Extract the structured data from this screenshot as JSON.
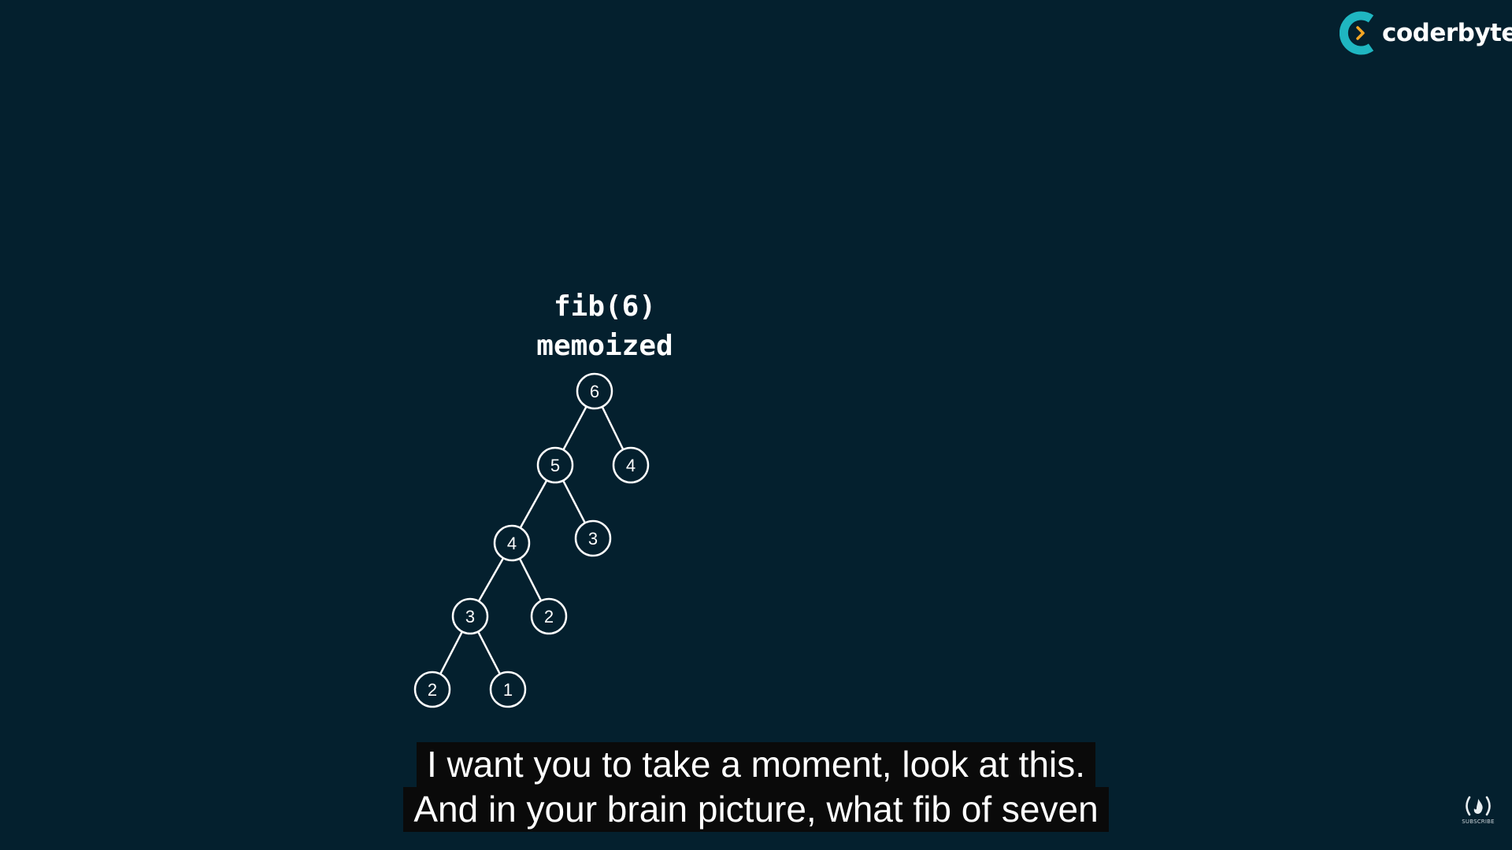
{
  "brand": {
    "name": "coderbyte",
    "accent_color": "#1fb6c1",
    "chevron_color": "#f5a623",
    "logo_icon": "coderbyte-c-logo-icon"
  },
  "slide": {
    "title_line1": "fib(6)",
    "title_line2": "memoized",
    "background_color": "#04202e"
  },
  "tree": {
    "nodes": [
      {
        "id": "n6",
        "label": "6"
      },
      {
        "id": "n5",
        "label": "5"
      },
      {
        "id": "n4a",
        "label": "4"
      },
      {
        "id": "n4b",
        "label": "4"
      },
      {
        "id": "n3a",
        "label": "3"
      },
      {
        "id": "n3b",
        "label": "3"
      },
      {
        "id": "n2a",
        "label": "2"
      },
      {
        "id": "n2b",
        "label": "2"
      },
      {
        "id": "n1",
        "label": "1"
      }
    ],
    "edges": [
      [
        "n6",
        "n5"
      ],
      [
        "n6",
        "n4a"
      ],
      [
        "n5",
        "n4b"
      ],
      [
        "n5",
        "n3a"
      ],
      [
        "n4b",
        "n3b"
      ],
      [
        "n4b",
        "n2a"
      ],
      [
        "n3b",
        "n2b"
      ],
      [
        "n3b",
        "n1"
      ]
    ]
  },
  "captions": {
    "line1": "I want you to take a moment, look at this.",
    "line2": "And in your brain picture, what fib of seven"
  },
  "channel_badge": {
    "icon": "freecodecamp-flame-icon",
    "label": "SUBSCRIBE"
  }
}
